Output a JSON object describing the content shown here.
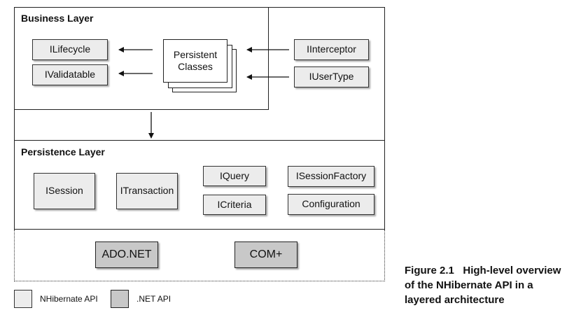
{
  "business_layer": {
    "title": "Business Layer",
    "left_boxes": [
      "ILifecycle",
      "IValidatable"
    ],
    "persistent_classes": "Persistent Classes"
  },
  "right_boxes": [
    "IInterceptor",
    "IUserType"
  ],
  "persistence_layer": {
    "title": "Persistence Layer",
    "session": "ISession",
    "transaction": "ITransaction",
    "query": "IQuery",
    "criteria": "ICriteria",
    "session_factory": "ISessionFactory",
    "configuration": "Configuration"
  },
  "dotnet": {
    "ado": "ADO.NET",
    "com": "COM+"
  },
  "legend": {
    "nhibernate_api": "NHibernate API",
    "net_api": ".NET API"
  },
  "caption": {
    "number": "Figure 2.1",
    "text": "High-level overview of the NHibernate API in a layered architecture"
  },
  "colors": {
    "nhibernate_api": "#ececec",
    "net_api": "#c8c8c8"
  }
}
